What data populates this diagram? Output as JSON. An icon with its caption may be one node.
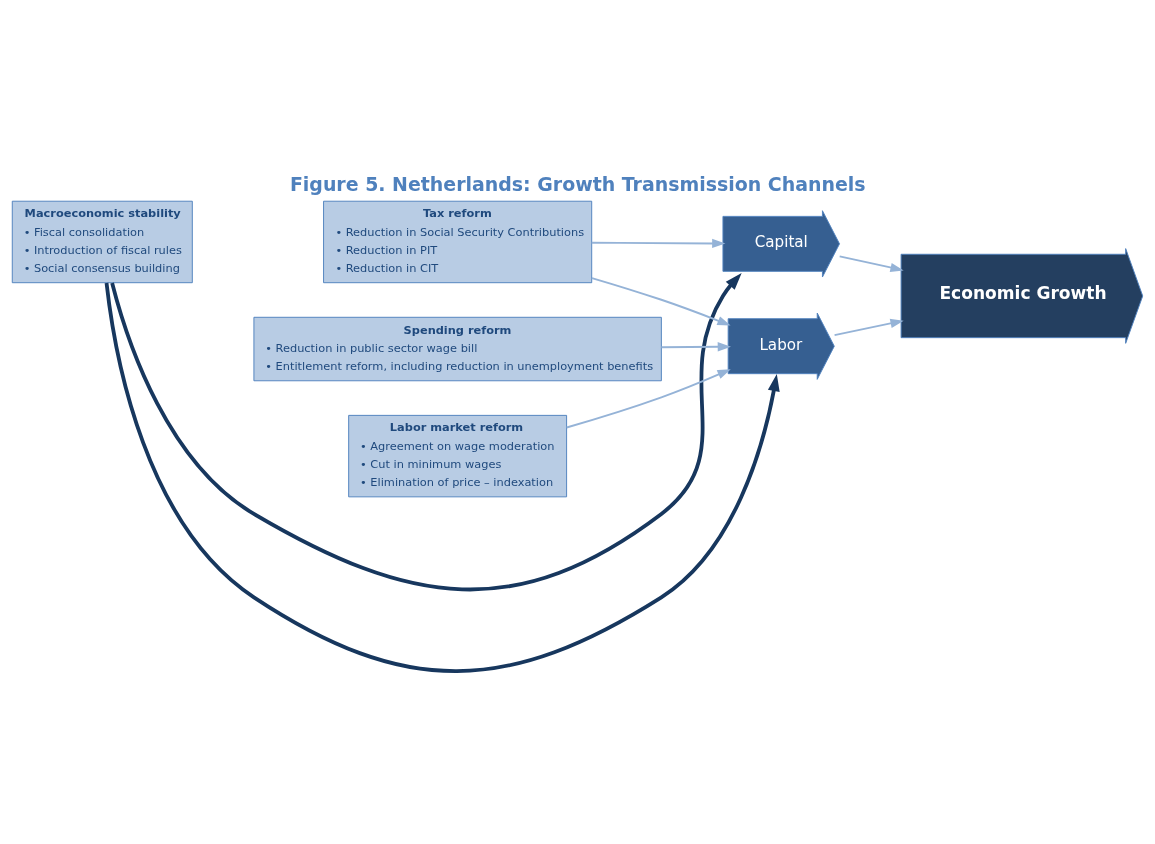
{
  "diagram": {
    "title": "Figure 5. Netherlands: Growth Transmission Channels",
    "nodes": [
      {
        "text": [
          "Macroeconomic stability",
          "• Fiscal consolidation",
          "• Introduction of fiscal rules",
          "• Social consensus building"
        ]
      },
      {
        "text": [
          "Tax reform",
          "• Reduction in Social Security Contributions",
          "• Reduction in PIT",
          "• Reduction in CIT"
        ]
      },
      {
        "text": [
          "Spending reform",
          "• Reduction in public sector wage bill",
          "• Entitlement reform, including reduction in unemployment benefits"
        ]
      },
      {
        "text": [
          "Labor market reform",
          "• Agreement on wage moderation",
          "• Cut in minimum wages",
          "• Elimination of price – indexation"
        ]
      },
      {
        "text": [
          "Capital"
        ]
      },
      {
        "text": [
          "Labor"
        ]
      },
      {
        "text": [
          "Economic Growth"
        ]
      }
    ],
    "edges": [
      {
        "from": 0,
        "to": 4,
        "arrow": "to",
        "style": "thick",
        "color": "#17375e"
      },
      {
        "from": 0,
        "to": 5,
        "arrow": "to",
        "style": "thick",
        "color": "#17375e"
      },
      {
        "from": 1,
        "to": 4,
        "arrow": "to"
      },
      {
        "from": 1,
        "to": 5,
        "arrow": "to"
      },
      {
        "from": 2,
        "to": 5,
        "arrow": "to"
      },
      {
        "from": 3,
        "to": 5,
        "arrow": "to"
      },
      {
        "from": 4,
        "to": 6,
        "arrow": "to"
      },
      {
        "from": 5,
        "to": 6,
        "arrow": "to"
      }
    ]
  }
}
